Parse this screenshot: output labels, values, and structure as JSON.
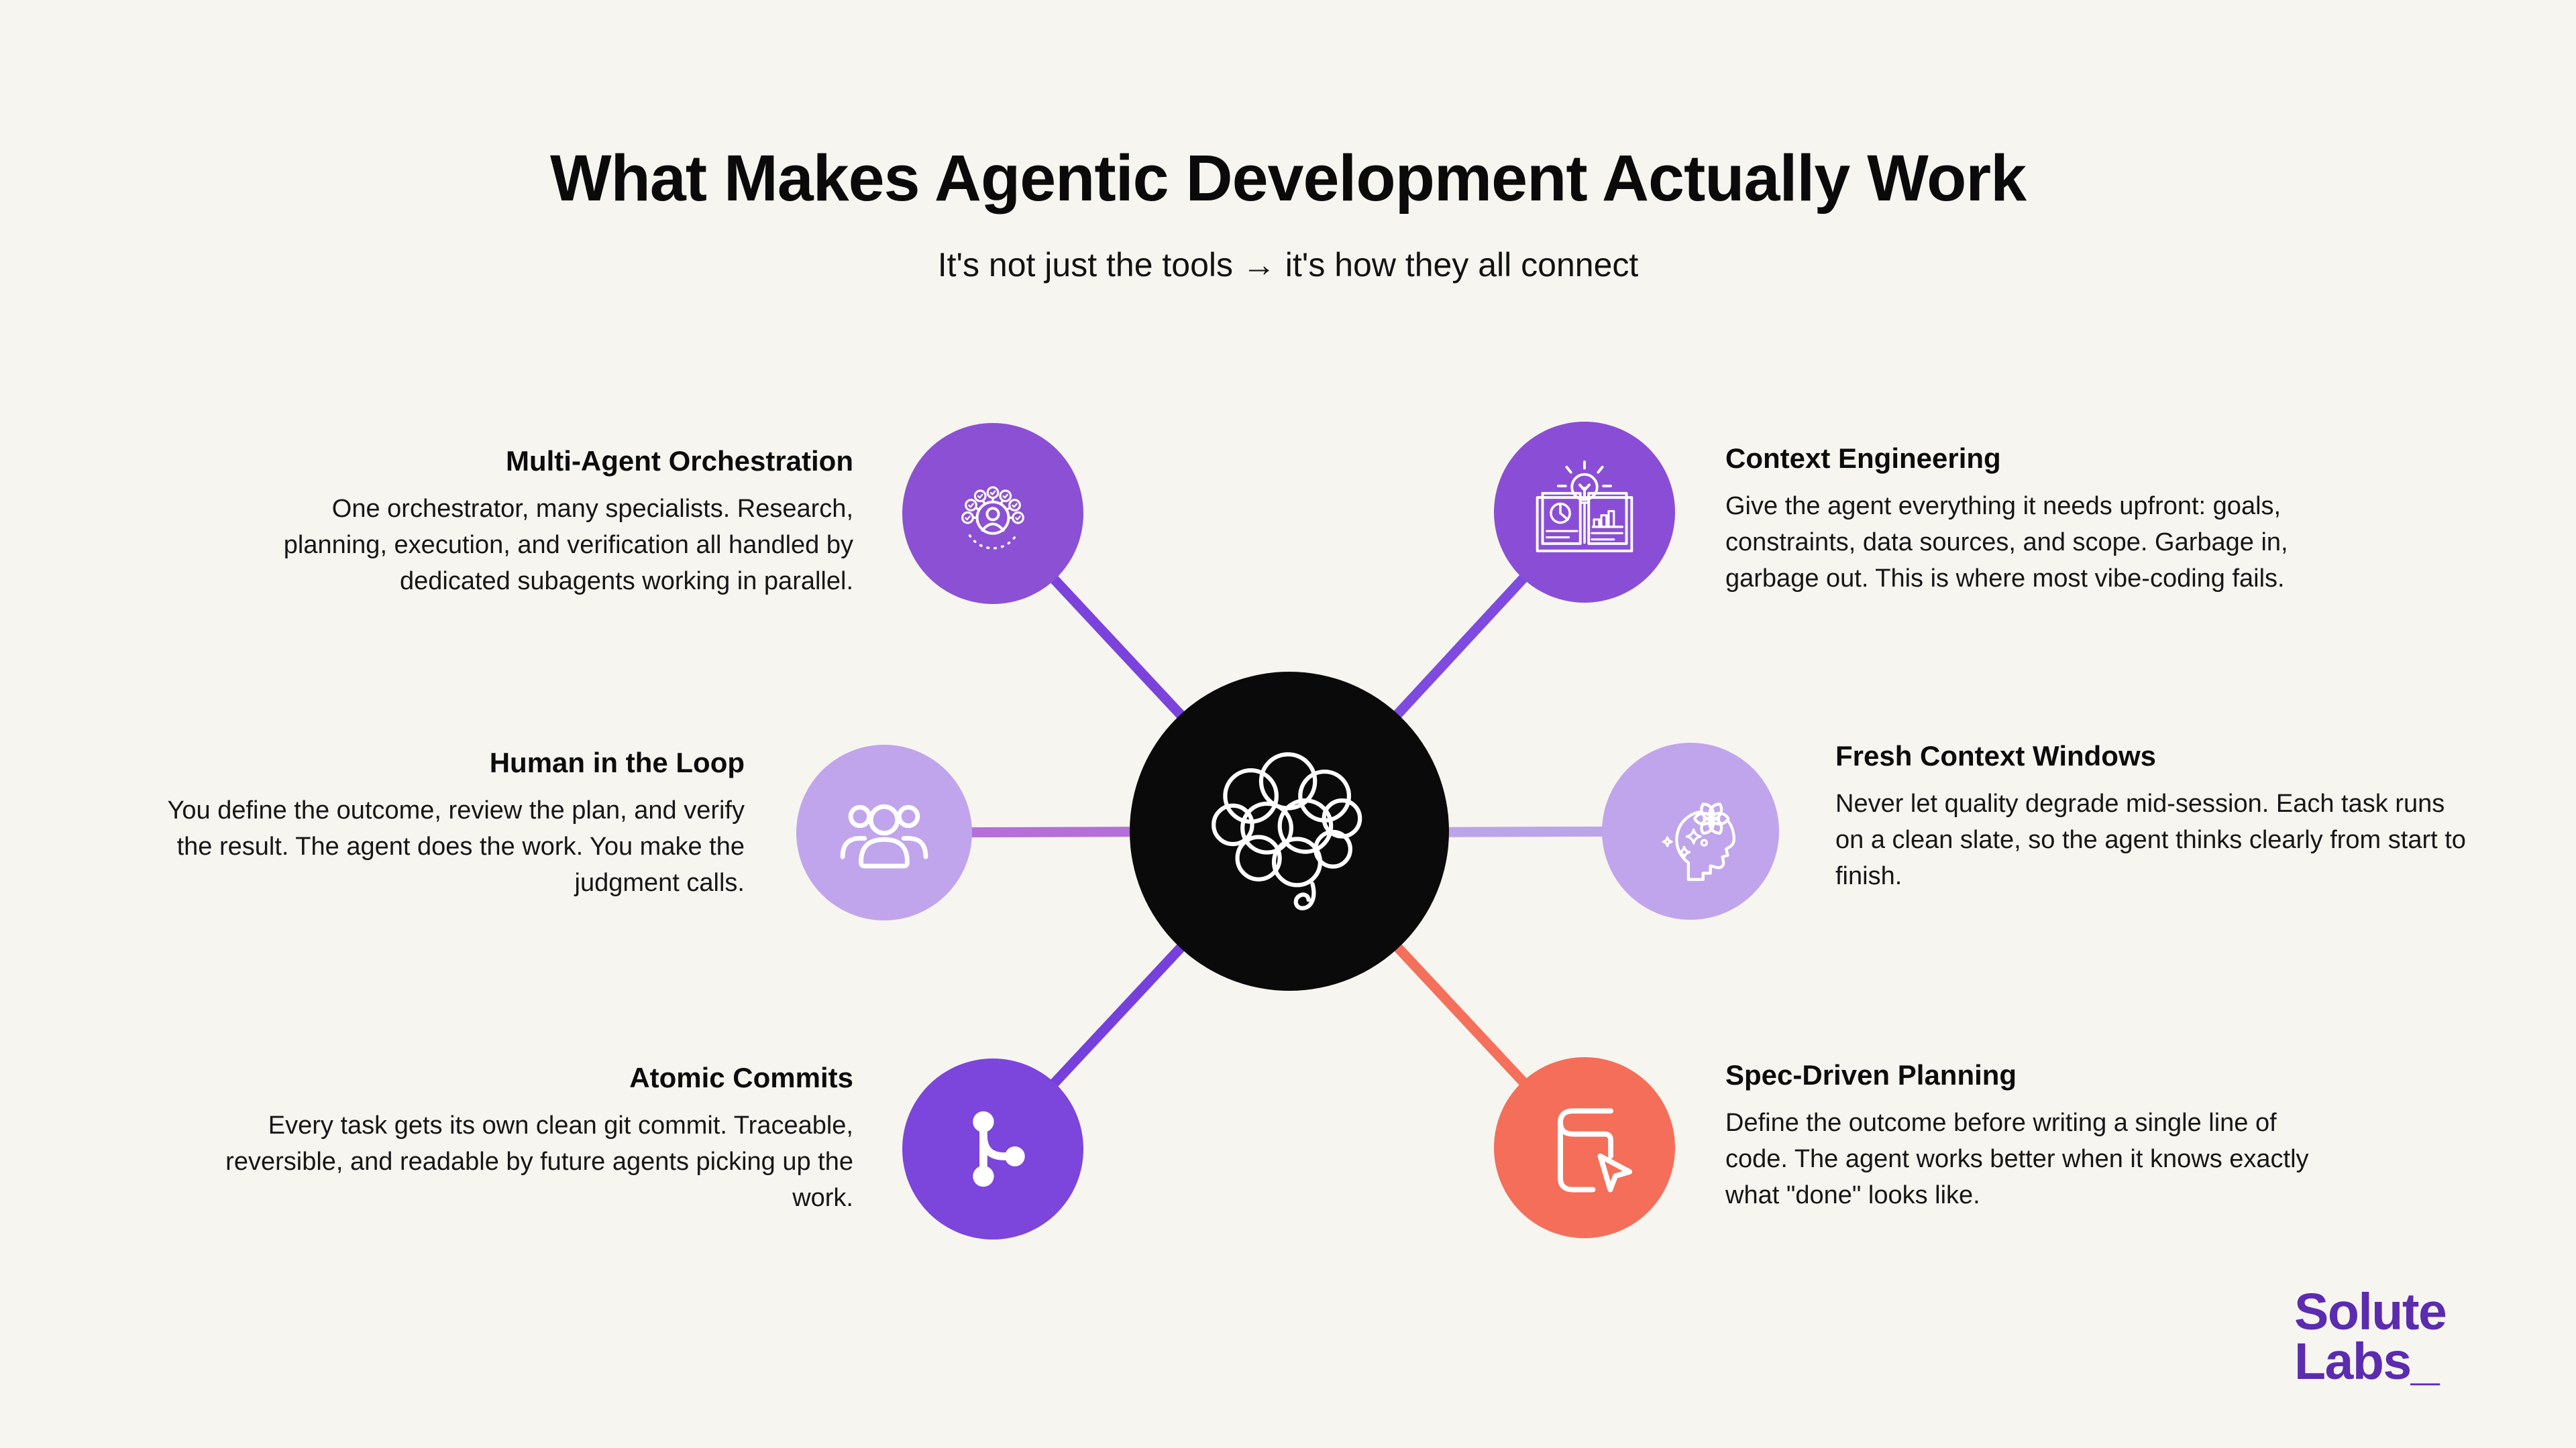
{
  "page": {
    "background_color": "#F7F5F0",
    "text_color": "#141414"
  },
  "header": {
    "title": "What Makes Agentic Development Actually Work",
    "subtitle": "It's not just the tools → it's how they all connect"
  },
  "hub": {
    "icon": "brain-icon",
    "color": "#0B0A0B",
    "line_color": "#FFFFFF"
  },
  "nodes": [
    {
      "title": "Multi-Agent Orchestration",
      "description": "One orchestrator, many specialists. Research,\nplanning, execution, and verification all handled by\ndedicated subagents working in parallel.",
      "icon": "orchestration-icon",
      "circle_color": "#8B50D4",
      "connector_color": "#7B43DC",
      "text_side": "left"
    },
    {
      "title": "Context Engineering",
      "description": "Give the agent everything it needs upfront: goals,\nconstraints, data sources, and scope. Garbage in,\ngarbage out. This is where most vibe-coding fails.",
      "icon": "book-idea-icon",
      "circle_color": "#8A4ED6",
      "connector_color": "#7E4AE0",
      "text_side": "right"
    },
    {
      "title": "Human in the Loop",
      "description": "You define the outcome, review the plan, and verify\nthe result. The agent does the work. You make the\njudgment calls.",
      "icon": "people-icon",
      "circle_color": "#C0A5EC",
      "connector_color": "#B46FD8",
      "text_side": "left"
    },
    {
      "title": "Fresh Context Windows",
      "description": "Never let quality degrade mid-session. Each task runs\non a clean slate, so the agent thinks clearly from start to\nfinish.",
      "icon": "mind-sparkles-icon",
      "circle_color": "#C0A5EC",
      "connector_color": "#BCA4E9",
      "text_side": "right"
    },
    {
      "title": "Atomic Commits",
      "description": "Every task gets its own clean git commit. Traceable,\nreversible, and readable by future agents picking up the\nwork.",
      "icon": "git-branch-icon",
      "circle_color": "#7C45DC",
      "connector_color": "#7640DD",
      "text_side": "left"
    },
    {
      "title": "Spec-Driven Planning",
      "description": "Define the outcome before writing a single line of\ncode. The agent works better when it knows exactly\nwhat \"done\" looks like.",
      "icon": "doc-cursor-icon",
      "circle_color": "#F56E59",
      "connector_color": "#F4705B",
      "text_side": "right"
    }
  ],
  "logo": {
    "line1": "Solute",
    "line2": "Labs_",
    "color": "#5B2BB0"
  }
}
